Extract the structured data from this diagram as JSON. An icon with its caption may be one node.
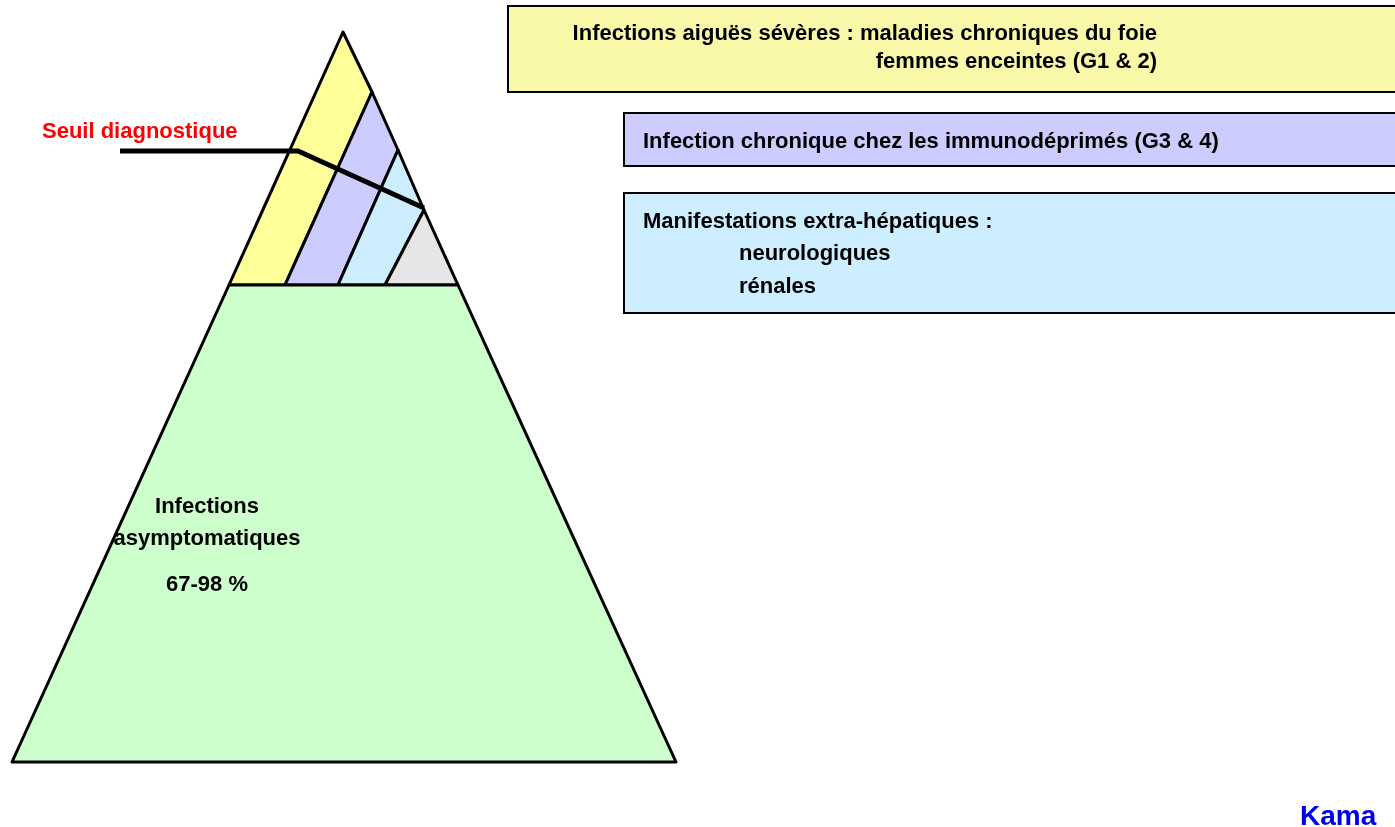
{
  "diagram": {
    "nodes": [
      {
        "text": [],
        "shape": "band"
      },
      {
        "text": [],
        "shape": "band"
      },
      {
        "text": [],
        "shape": "band"
      },
      {
        "text": [],
        "shape": "triangle"
      },
      {
        "text": [
          "Infections asymptomatiques",
          "67-98 %"
        ]
      },
      {
        "text": [
          "Infections aiguës sévères : maladies chroniques du foie femmes enceintes (G1 & 2)"
        ]
      },
      {
        "text": [
          "Infection chronique  chez les immunodéprimés (G3 & 4)"
        ]
      },
      {
        "text": [
          "Manifestations extra-hépatiques :",
          "neurologiques",
          "rénales"
        ]
      }
    ],
    "labels": [
      "Seuil diagnostique",
      "Kama"
    ]
  }
}
